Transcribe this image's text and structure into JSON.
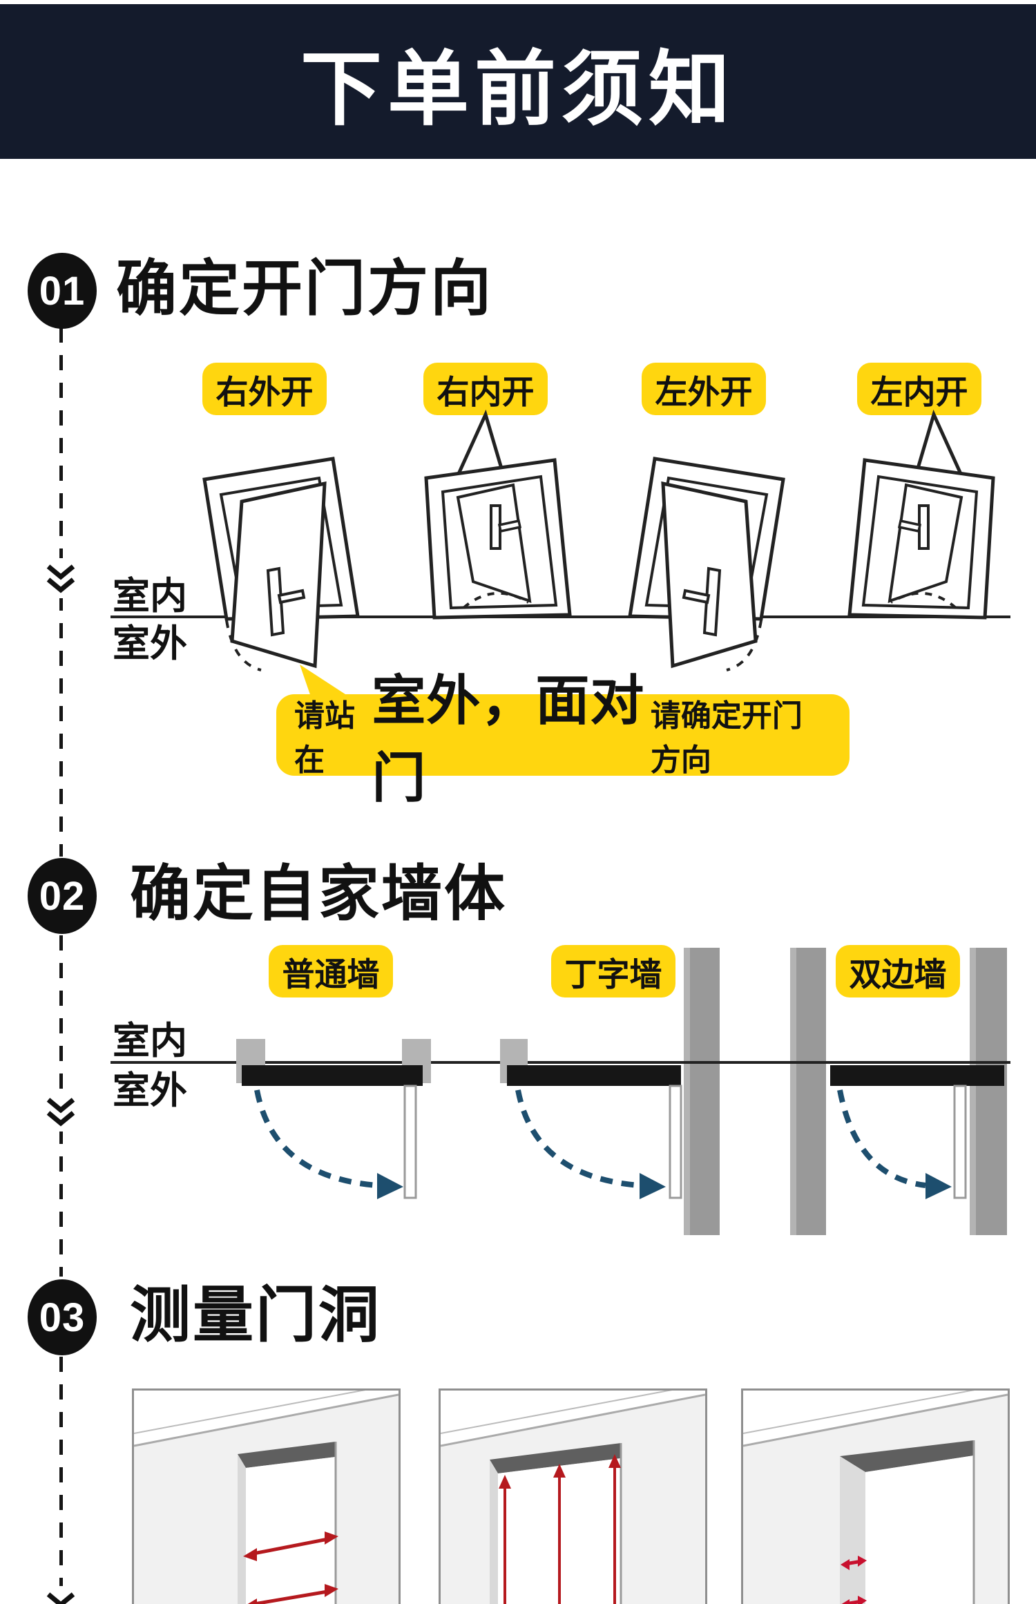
{
  "banner": {
    "title": "下单前须知"
  },
  "steps": [
    {
      "num": "01",
      "title": "确定开门方向"
    },
    {
      "num": "02",
      "title": "确定自家墙体"
    },
    {
      "num": "03",
      "title": "测量门洞"
    }
  ],
  "section1": {
    "door_labels": [
      "右外开",
      "右内开",
      "左外开",
      "左内开"
    ],
    "indoor": "室内",
    "outdoor": "室外",
    "callout_pre": "请站在",
    "callout_highlight": "室外，面对门",
    "callout_post": "请确定开门方向"
  },
  "section2": {
    "wall_labels": [
      "普通墙",
      "丁字墙",
      "双边墙"
    ],
    "indoor": "室内",
    "outdoor": "室外"
  },
  "colors": {
    "banner_bg": "#141b2c",
    "accent_yellow": "#ffd60f",
    "swing_arc_teal": "#1d4e6e",
    "measure_red": "#b5191e",
    "wall_gray": "#9a9a9a"
  }
}
